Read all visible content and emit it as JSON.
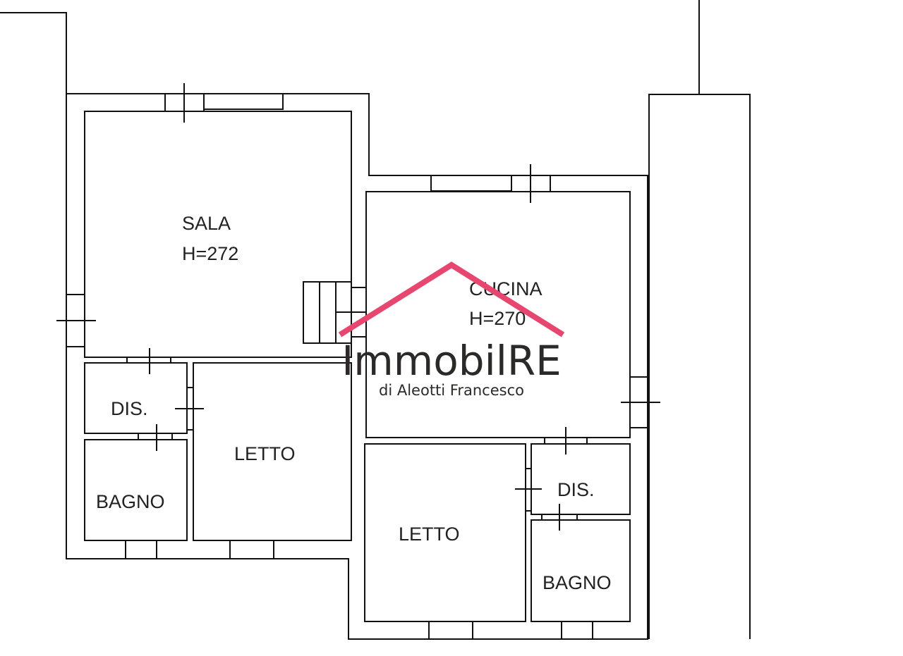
{
  "rooms": {
    "sala": {
      "name": "SALA",
      "height": "H=272"
    },
    "cucina": {
      "name": "CUCINA",
      "height": "H=270"
    },
    "dis_left": {
      "name": "DIS."
    },
    "bagno_left": {
      "name": "BAGNO"
    },
    "letto_left": {
      "name": "LETTO"
    },
    "letto_right": {
      "name": "LETTO"
    },
    "dis_right": {
      "name": "DIS."
    },
    "bagno_right": {
      "name": "BAGNO"
    }
  },
  "watermark": {
    "brand": "ImmobilRE",
    "subtitle": "di Aleotti Francesco",
    "roof_color": "#e8466f"
  }
}
